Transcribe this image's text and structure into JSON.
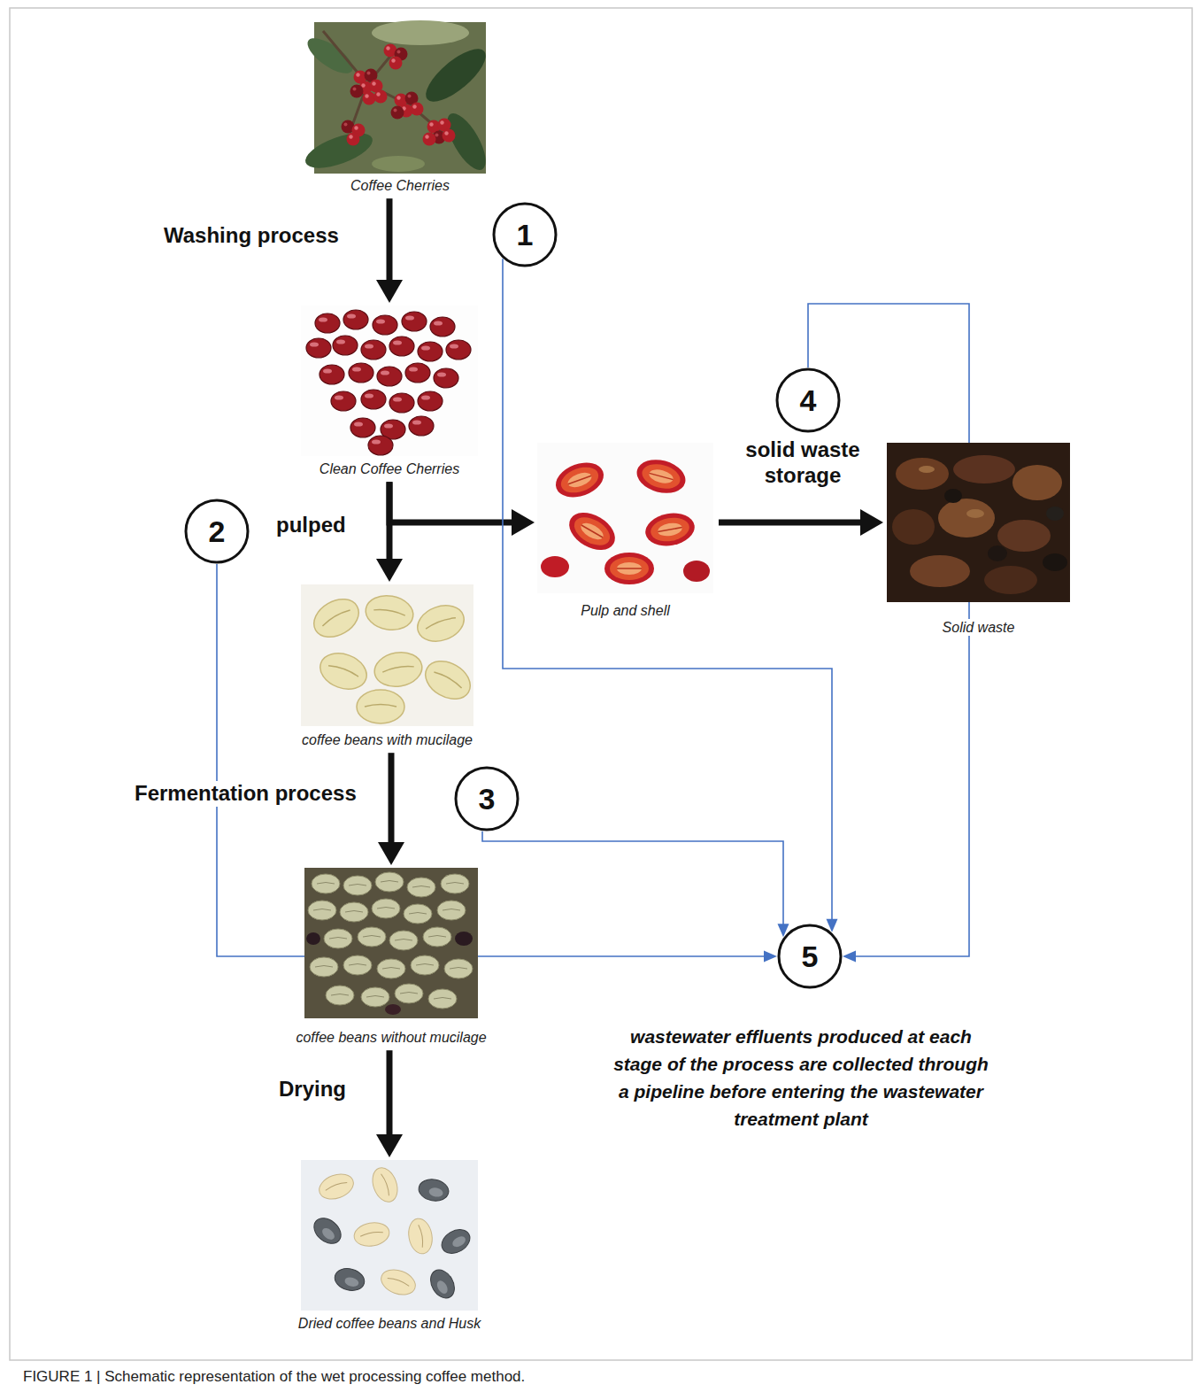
{
  "diagram": {
    "caption": "FIGURE 1 | Schematic representation of the wet processing coffee method.",
    "nodes": [
      {
        "text": [
          "Coffee Cherries"
        ]
      },
      {
        "text": [
          "1"
        ]
      },
      {
        "text": [
          "Clean Coffee Cherries"
        ]
      },
      {
        "text": [
          "4"
        ]
      },
      {
        "text": [
          "2"
        ]
      },
      {
        "text": [
          "Pulp and shell"
        ]
      },
      {
        "text": [
          "Solid waste"
        ]
      },
      {
        "text": [
          "coffee beans with mucilage"
        ]
      },
      {
        "text": [
          "3"
        ]
      },
      {
        "text": [
          "coffee beans without mucilage"
        ]
      },
      {
        "text": [
          "5"
        ]
      },
      {
        "text": [
          "Dried coffee beans and Husk"
        ]
      }
    ],
    "edges": [
      {
        "from": 0,
        "to": 2,
        "arrow": "to",
        "label": "Washing process"
      },
      {
        "from": 2,
        "to": 7,
        "arrow": "to",
        "label": "pulped"
      },
      {
        "from": 2,
        "to": 5,
        "arrow": "to"
      },
      {
        "from": 5,
        "to": 6,
        "arrow": "to",
        "label": "solid waste storage"
      },
      {
        "from": 7,
        "to": 9,
        "arrow": "to",
        "label": "Fermentation process"
      },
      {
        "from": 9,
        "to": 11,
        "arrow": "to",
        "label": "Drying"
      },
      {
        "from": 1,
        "to": 10,
        "arrow": "to"
      },
      {
        "from": 3,
        "to": 10,
        "arrow": "to"
      },
      {
        "from": 4,
        "to": 10,
        "arrow": "to"
      },
      {
        "from": 8,
        "to": 10,
        "arrow": "to"
      }
    ],
    "labels": [
      "wastewater effluents produced at each stage of the process are collected through a pipeline before entering the wastewater treatment plant"
    ]
  }
}
